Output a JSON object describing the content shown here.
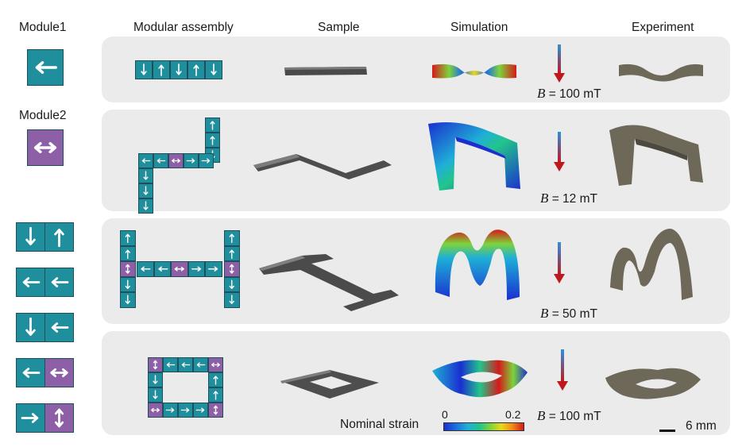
{
  "headers": {
    "module1": "Module1",
    "module2": "Module2",
    "assembly": "Modular assembly",
    "sample": "Sample",
    "simulation": "Simulation",
    "experiment": "Experiment"
  },
  "rows": [
    {
      "field_prefix": "B",
      "field_value": " = 100 mT"
    },
    {
      "field_prefix": "B",
      "field_value": " = 12 mT"
    },
    {
      "field_prefix": "B",
      "field_value": " = 50 mT"
    },
    {
      "field_prefix": "B",
      "field_value": " = 100 mT"
    }
  ],
  "legend": {
    "strain_label": "Nominal strain",
    "min": "0",
    "max": "0.2",
    "scale": "6 mm"
  },
  "colors": {
    "module1": "#1f8f9e",
    "module2": "#8c5fa6",
    "panel": "#ebebeb",
    "field_arrow_top": "#2f8fd8",
    "field_arrow_bottom": "#c0161c",
    "sample": "#4a4a4a",
    "experiment": "#6e6859"
  }
}
